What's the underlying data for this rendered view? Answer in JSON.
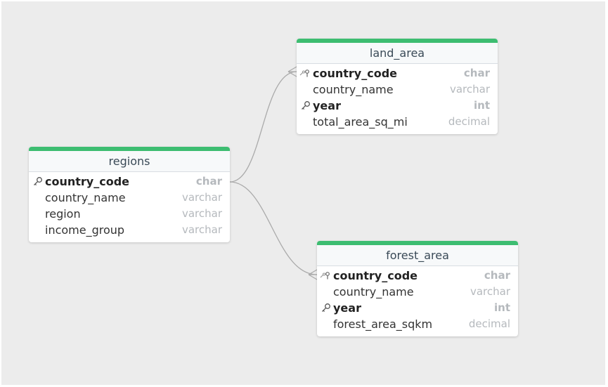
{
  "tables": {
    "land_area": {
      "title": "land_area",
      "fields": [
        {
          "name": "country_code",
          "type": "char",
          "key": "pk-fk"
        },
        {
          "name": "country_name",
          "type": "varchar",
          "key": ""
        },
        {
          "name": "year",
          "type": "int",
          "key": "pk"
        },
        {
          "name": "total_area_sq_mi",
          "type": "decimal",
          "key": ""
        }
      ]
    },
    "regions": {
      "title": "regions",
      "fields": [
        {
          "name": "country_code",
          "type": "char",
          "key": "pk"
        },
        {
          "name": "country_name",
          "type": "varchar",
          "key": ""
        },
        {
          "name": "region",
          "type": "varchar",
          "key": ""
        },
        {
          "name": "income_group",
          "type": "varchar",
          "key": ""
        }
      ]
    },
    "forest_area": {
      "title": "forest_area",
      "fields": [
        {
          "name": "country_code",
          "type": "char",
          "key": "pk-fk"
        },
        {
          "name": "country_name",
          "type": "varchar",
          "key": ""
        },
        {
          "name": "year",
          "type": "int",
          "key": "pk"
        },
        {
          "name": "forest_area_sqkm",
          "type": "decimal",
          "key": ""
        }
      ]
    }
  },
  "colors": {
    "header_bar": "#3dbd71",
    "canvas": "#ececec",
    "connector": "#aaaaaa"
  },
  "relationships": [
    {
      "from": "regions.country_code",
      "to": "land_area.country_code"
    },
    {
      "from": "regions.country_code",
      "to": "forest_area.country_code"
    }
  ]
}
